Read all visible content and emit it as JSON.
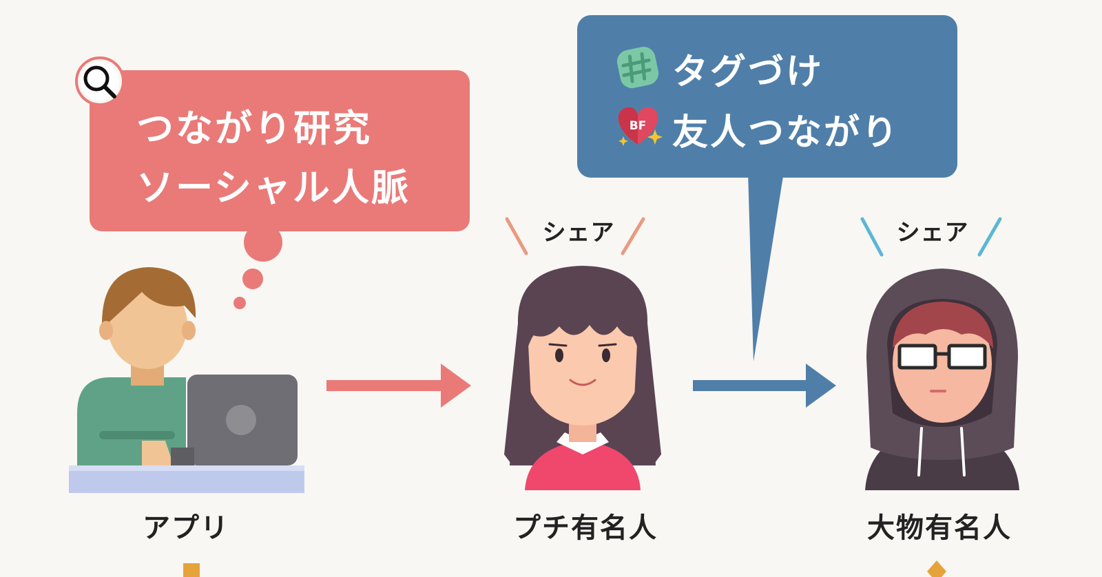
{
  "thought_bubble": {
    "line1": "つながり研究",
    "line2": "ソーシャル人脈"
  },
  "info_bubble": {
    "line1": "タグづけ",
    "line2": "友人つながり",
    "badge_text": "BF"
  },
  "nodes": {
    "app_label": "アプリ",
    "petit_label": "プチ有名人",
    "big_label": "大物有名人"
  },
  "share_labels": {
    "petit": "シェア",
    "big": "シェア"
  },
  "colors": {
    "red": "#e97a78",
    "blue": "#4f7fa9",
    "background": "#f8f7f3"
  },
  "icons": {
    "search": "search-icon",
    "hashtag": "hashtag-icon",
    "bf_heart": "bf-heart-icon"
  }
}
